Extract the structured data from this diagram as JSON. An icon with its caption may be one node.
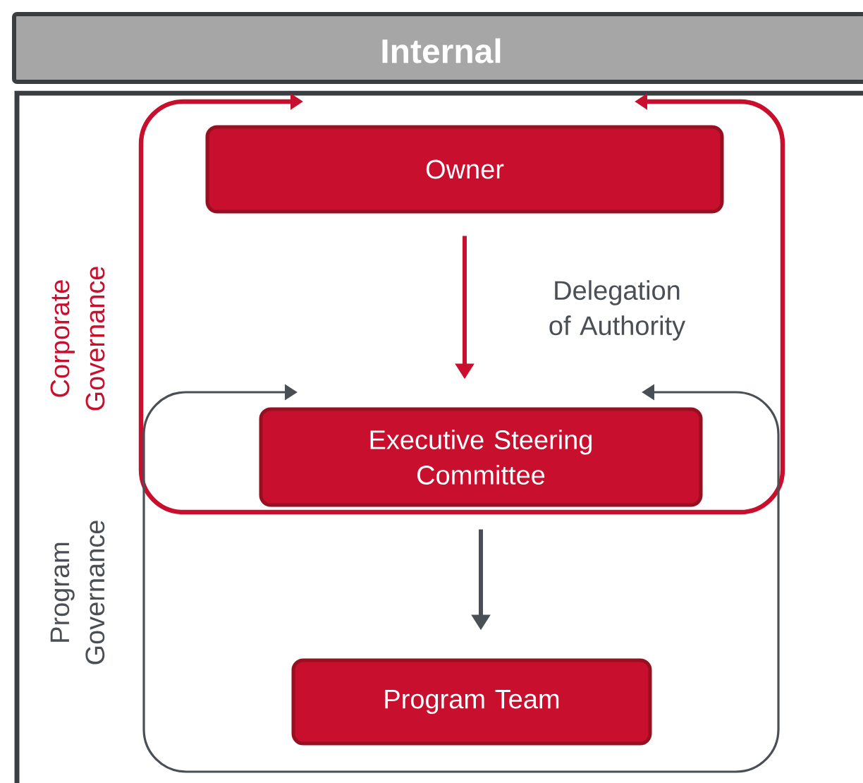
{
  "diagram": {
    "nodes": [
      {
        "text": [
          "Internal"
        ]
      },
      {
        "text": [
          "Corporate Governance"
        ]
      },
      {
        "text": [
          "Program Governance"
        ]
      },
      {
        "text": [
          "Owner"
        ],
        "in": 1
      },
      {
        "text": [
          "Executive Steering Committee"
        ]
      },
      {
        "text": [
          "Program Team"
        ],
        "in": 2
      }
    ],
    "edges": [
      {
        "from": 3,
        "to": 4,
        "arrow": "to",
        "label": "Delegation of Authority",
        "color": "#c8102e"
      },
      {
        "from": 4,
        "to": 5,
        "arrow": "to",
        "color": "#4a4f55"
      }
    ]
  }
}
